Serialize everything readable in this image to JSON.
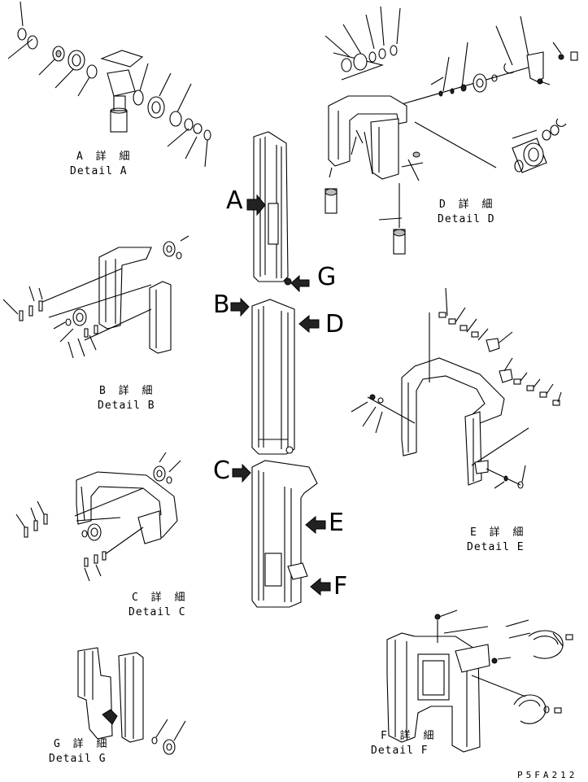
{
  "details": {
    "A": {
      "ja": "A 詳 細",
      "en": "Detail A"
    },
    "B": {
      "ja": "B 詳 細",
      "en": "Detail B"
    },
    "C": {
      "ja": "C 詳 細",
      "en": "Detail C"
    },
    "D": {
      "ja": "D 詳 細",
      "en": "Detail D"
    },
    "E": {
      "ja": "E 詳 細",
      "en": "Detail E"
    },
    "F": {
      "ja": "F 詳 細",
      "en": "Detail F"
    },
    "G": {
      "ja": "G 詳 細",
      "en": "Detail G"
    }
  },
  "callouts": {
    "A": "A",
    "B": "B",
    "C": "C",
    "D": "D",
    "E": "E",
    "F": "F",
    "G": "G"
  },
  "drawing_code": "P5FA212"
}
